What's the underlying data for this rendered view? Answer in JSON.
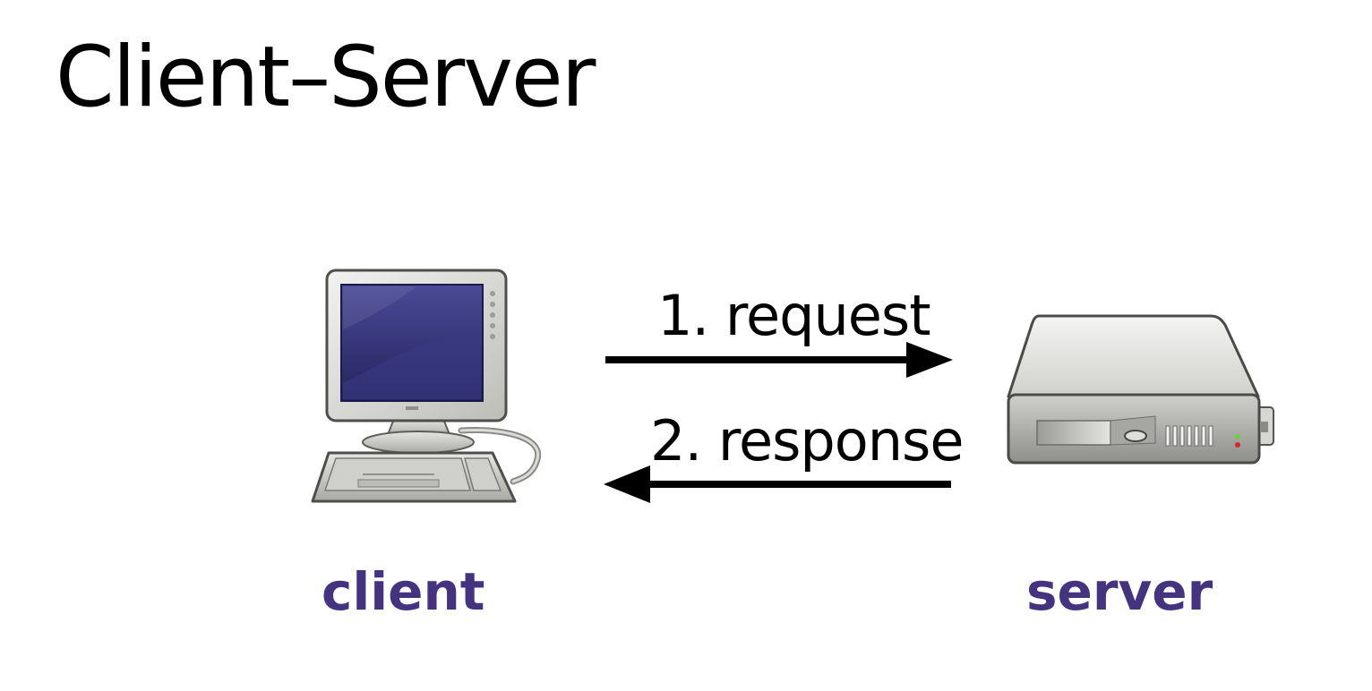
{
  "title": "Client–Server",
  "diagram": {
    "client": {
      "label": "client",
      "icon": "desktop-computer-icon"
    },
    "server": {
      "label": "server",
      "icon": "server-icon"
    },
    "arrows": [
      {
        "label": "1. request",
        "direction": "client-to-server"
      },
      {
        "label": "2. response",
        "direction": "server-to-client"
      }
    ],
    "colors": {
      "node_label": "#44337f",
      "arrow": "#000000",
      "screen": "#2c2c6e"
    }
  }
}
